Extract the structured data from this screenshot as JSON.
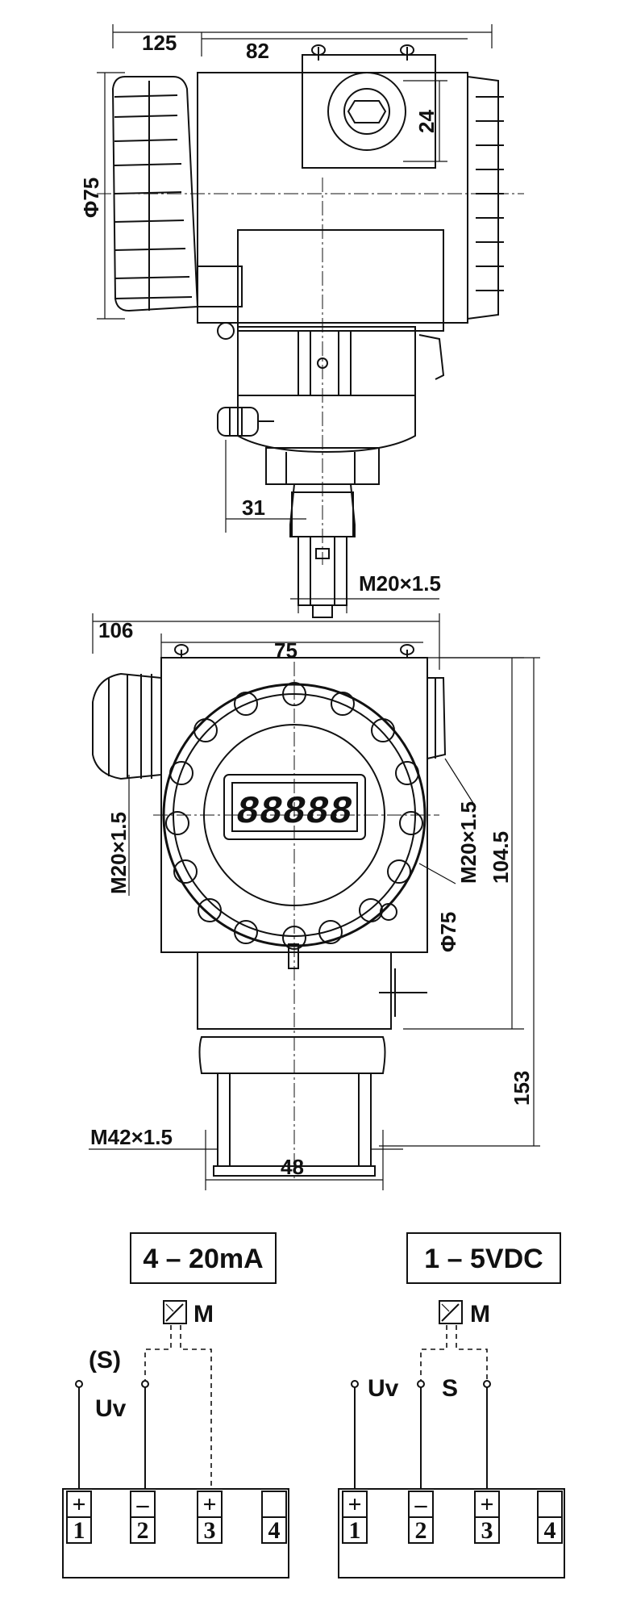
{
  "top_view": {
    "dim_125": "125",
    "dim_82": "82",
    "dim_24": "24",
    "dim_phi75": "Φ75",
    "dim_31": "31",
    "dim_m20_bottom": "M20×1.5"
  },
  "front_view": {
    "dim_106": "106",
    "dim_75": "75",
    "dim_m20_left": "M20×1.5",
    "dim_m20_right": "M20×1.5",
    "dim_104_5": "104.5",
    "dim_phi75": "Φ75",
    "dim_153": "153",
    "dim_m42": "M42×1.5",
    "dim_48": "48",
    "display_digits": "88888"
  },
  "wiring_left": {
    "title": "4 – 20mA",
    "meter_label": "M",
    "label_s": "(S)",
    "label_uv": "Uv",
    "terminals": [
      {
        "sign": "+",
        "num": "1"
      },
      {
        "sign": "–",
        "num": "2"
      },
      {
        "sign": "+",
        "num": "3"
      },
      {
        "sign": "",
        "num": "4"
      }
    ]
  },
  "wiring_right": {
    "title": "1 – 5VDC",
    "meter_label": "M",
    "label_uv": "Uv",
    "label_s": "S",
    "terminals": [
      {
        "sign": "+",
        "num": "1"
      },
      {
        "sign": "–",
        "num": "2"
      },
      {
        "sign": "+",
        "num": "3"
      },
      {
        "sign": "",
        "num": "4"
      }
    ]
  }
}
